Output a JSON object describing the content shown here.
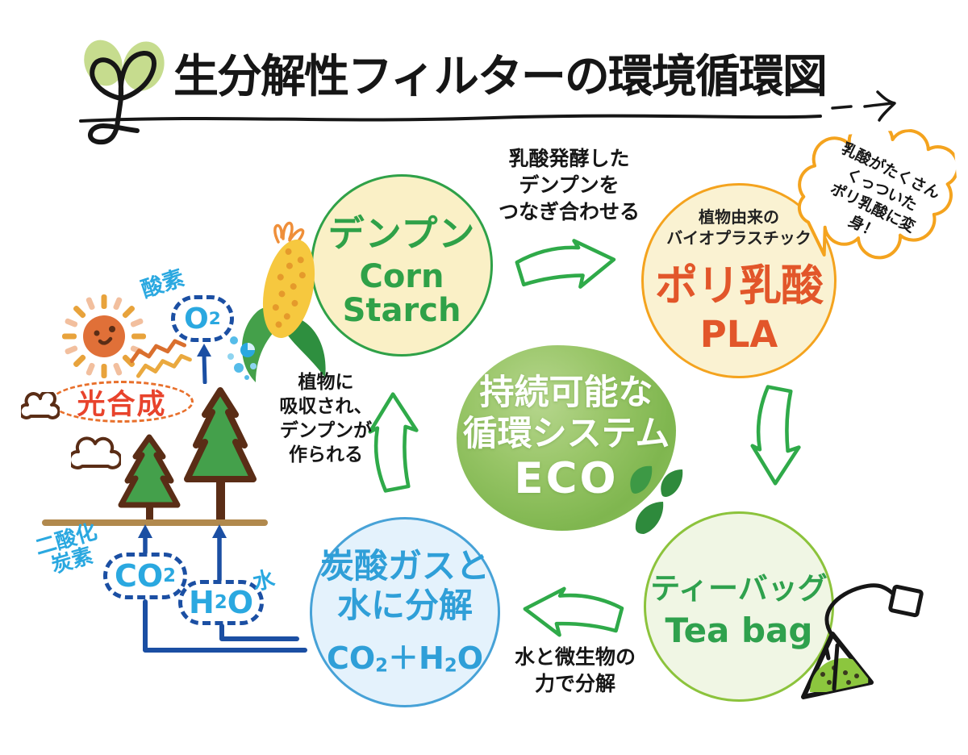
{
  "title": {
    "text": "生分解性フィルターの環境循環図"
  },
  "nodes": {
    "starch": {
      "name_jp": "デンプン",
      "name_en_line1": "Corn",
      "name_en_line2": "Starch"
    },
    "pla": {
      "subtitle_line1": "植物由来の",
      "subtitle_line2": "バイオプラスチック",
      "name_jp": "ポリ乳酸",
      "name_en": "PLA"
    },
    "teabag": {
      "name_jp": "ティーバッグ",
      "name_en": "Tea bag"
    },
    "decompose": {
      "line1": "炭酸ガスと",
      "line2": "水に分解",
      "formula": {
        "a": "CO",
        "s1": "2",
        "b": "＋H",
        "s2": "2",
        "c": "O"
      }
    }
  },
  "center": {
    "line1": "持続可能な",
    "line2": "循環システム",
    "line3": "ECO"
  },
  "annotations": {
    "ferment": [
      "乳酸発酵した",
      "デンプンを",
      "つなぎ合わせる"
    ],
    "bubble": [
      "乳酸がたくさん",
      "くっついた",
      "ポリ乳酸に変身！"
    ],
    "absorb": [
      "植物に",
      "吸収され、",
      "デンプンが",
      "作られる"
    ],
    "decompose": [
      "水と微生物の",
      "力で分解"
    ]
  },
  "eco": {
    "oxygen_label": "酸素",
    "o2": {
      "a": "O",
      "s": "2"
    },
    "photosynthesis": "光合成",
    "co2_label": [
      "二酸化",
      "炭素"
    ],
    "co2": {
      "a": "CO",
      "s": "2"
    },
    "h2o": {
      "a": "H",
      "s": "2",
      "b": "O"
    },
    "water_label": "水"
  },
  "colors": {
    "title_black": "#161616",
    "starch_green": "#2fa148",
    "pla_orange_border": "#f4a31e",
    "pla_text_orange": "#e2562a",
    "teabag_green_border": "#8cc33c",
    "teabag_text_green": "#2fa14d",
    "blue_border": "#47a2d7",
    "blue_text": "#2f9fd8",
    "cycle_arrow_green": "#2faa49",
    "center_blob_green": "#8fc05e",
    "badge_dark_blue": "#1b4fa3",
    "badge_light_blue": "#2aa8e0",
    "photosynthesis_red": "#e8432c",
    "ground_tan": "#b1894d",
    "tree_green": "#44a04b",
    "tree_outline_brown": "#5a2d16",
    "sun_orange": "#e07038"
  }
}
